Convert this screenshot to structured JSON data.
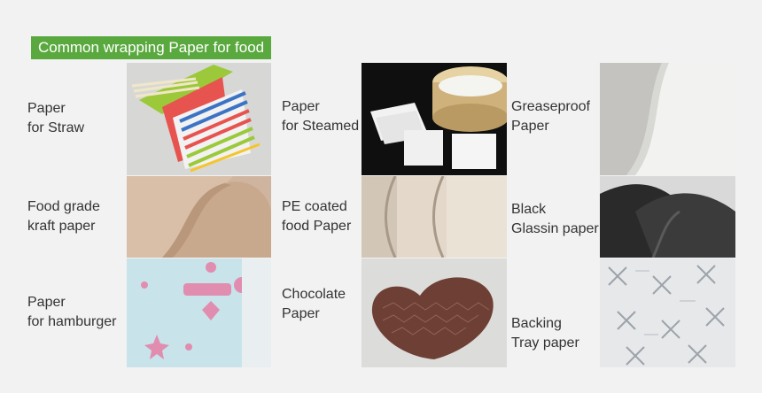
{
  "title": "Common wrapping Paper for food",
  "items": [
    {
      "line1": "Paper",
      "line2": "for Straw",
      "image": "striped paper straws and colorful wrapping sheets"
    },
    {
      "line1": "Paper",
      "line2": "for Steamed",
      "image": "white steamer paper squares with bamboo steamer"
    },
    {
      "line1": "Greaseproof",
      "line2": "Paper",
      "image": "white greaseproof paper sheet"
    },
    {
      "line1": "Food grade",
      "line2": "kraft paper",
      "image": "curled brown kraft paper"
    },
    {
      "line1": "PE coated",
      "line2": "food Paper",
      "image": "rolled PE coated paper"
    },
    {
      "line1": "Black",
      "line2": "Glassin paper",
      "image": "rolled black glassine paper"
    },
    {
      "line1": "Paper",
      "line2": "for hamburger",
      "image": "printed hamburger wrapping paper"
    },
    {
      "line1": "Chocolate",
      "line2": "Paper",
      "image": "heart-shaped chocolate foil paper"
    },
    {
      "line1": "Backing",
      "line2": "Tray paper",
      "image": "printed backing tray paper"
    }
  ]
}
